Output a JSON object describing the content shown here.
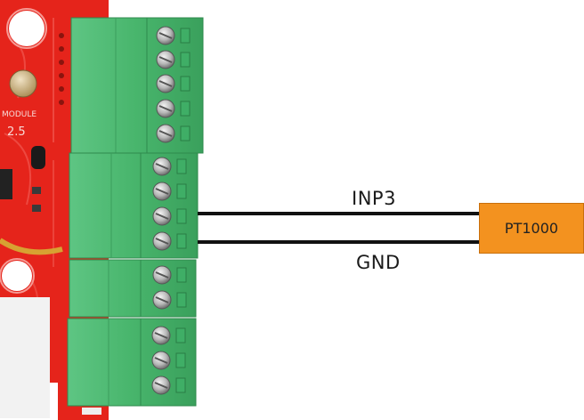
{
  "wires": {
    "upper_label": "INP3",
    "lower_label": "GND"
  },
  "sensor": {
    "label": "PT1000",
    "color": "#f3921f"
  },
  "board": {
    "pcb_color": "#e5241b",
    "terminal_color": "#4dbb73",
    "board_text_module": "MODULE",
    "board_text_version": "2.5"
  }
}
